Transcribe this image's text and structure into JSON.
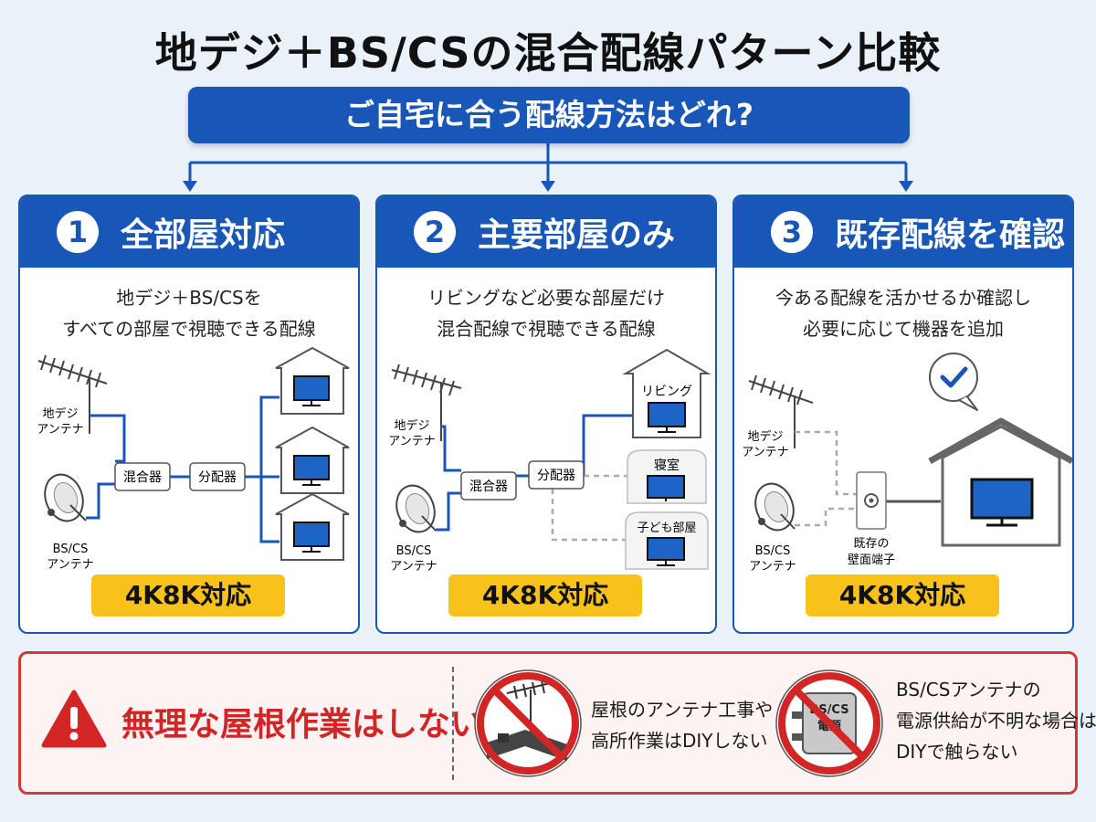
{
  "header": {
    "title": "地デジ＋BS/CSの混合配線パターン比較",
    "question": "ご自宅に合う配線方法はどれ?"
  },
  "cards": [
    {
      "number": "1",
      "title": "全部屋対応",
      "desc": [
        "地デジ＋BS/CSを",
        "すべての部屋で視聴できる配線"
      ],
      "badge": "4K8K対応"
    },
    {
      "number": "2",
      "title": "主要部屋のみ",
      "desc": [
        "リビングなど必要な部屋だけ",
        "混合配線で視聴できる配線"
      ],
      "badge": "4K8K対応"
    },
    {
      "number": "3",
      "title": "既存配線を確認",
      "desc": [
        "今ある配線を活かせるか確認し",
        "必要に応じて機器を追加"
      ],
      "badge": "4K8K対応"
    }
  ],
  "diagram_labels": {
    "uhf_antenna": [
      "地デジ",
      "アンテナ"
    ],
    "bs_antenna": [
      "BS/CS",
      "アンテナ"
    ],
    "mixer": "混合器",
    "splitter": "分配器",
    "living": "リビング",
    "bedroom": "寝室",
    "kids_room": "子ども部屋",
    "wall_outlet": [
      "既存の",
      "壁面端子"
    ]
  },
  "warning": {
    "title": "無理な屋根作業はしない",
    "item1": [
      "屋根のアンテナ工事や",
      "高所作業はDIYしない"
    ],
    "item2": [
      "BS/CSアンテナの",
      "電源供給が不明な場合は",
      "DIYで触らない"
    ],
    "device_label": [
      "BS/CS",
      "電源"
    ]
  },
  "colors": {
    "primary": "#1856b8",
    "badge": "#f8c21c",
    "warning": "#d22626",
    "tv_screen": "#1e63c6"
  }
}
